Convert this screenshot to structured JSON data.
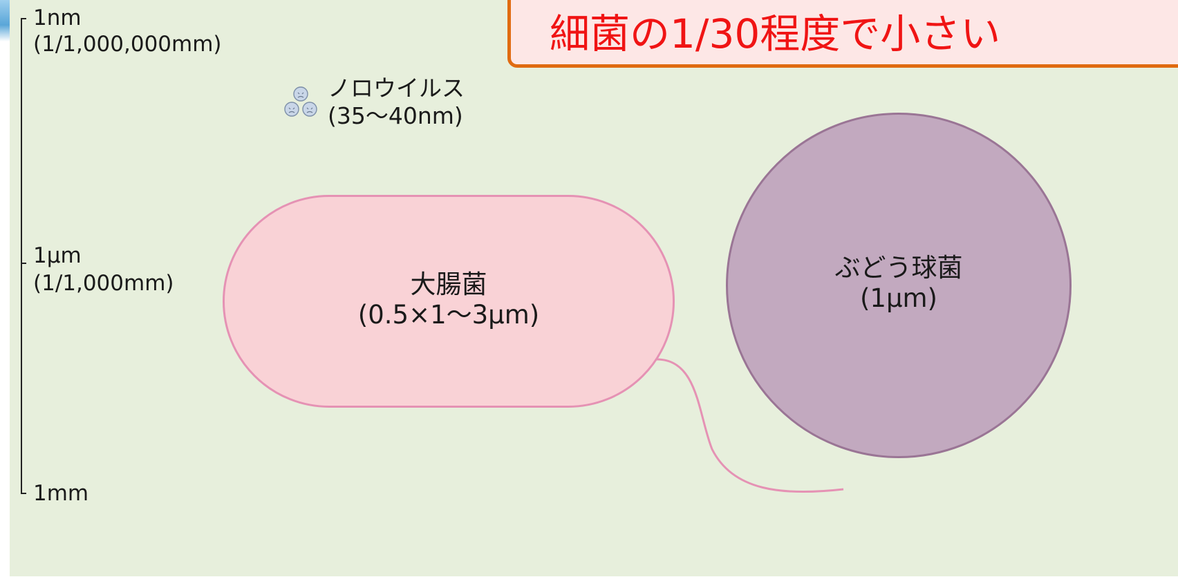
{
  "title": "細菌の1/30程度で小さい",
  "scale_axis": {
    "top": {
      "line1": "1nm",
      "line2": "(1/1,000,000mm)"
    },
    "middle": {
      "line1": "1μm",
      "line2": "(1/1,000mm)"
    },
    "bottom": {
      "line1": "1mm"
    }
  },
  "norovirus": {
    "name": "ノロウイルス",
    "size": "(35〜40nm)"
  },
  "ecoli": {
    "name": "大腸菌",
    "size": "(0.5×1〜3μm)"
  },
  "staph": {
    "name": "ぶどう球菌",
    "size": "(1μm)"
  },
  "colors": {
    "background": "#e7efdc",
    "title_text": "#f01414",
    "title_border": "#e06b11",
    "title_fill": "#fde7e6",
    "ecoli_fill": "#f9d2d6",
    "ecoli_stroke": "#e592b4",
    "staph_fill": "#c2a9bf",
    "staph_stroke": "#9a7595"
  },
  "icons": [
    "norovirus-icon",
    "flagellum"
  ]
}
